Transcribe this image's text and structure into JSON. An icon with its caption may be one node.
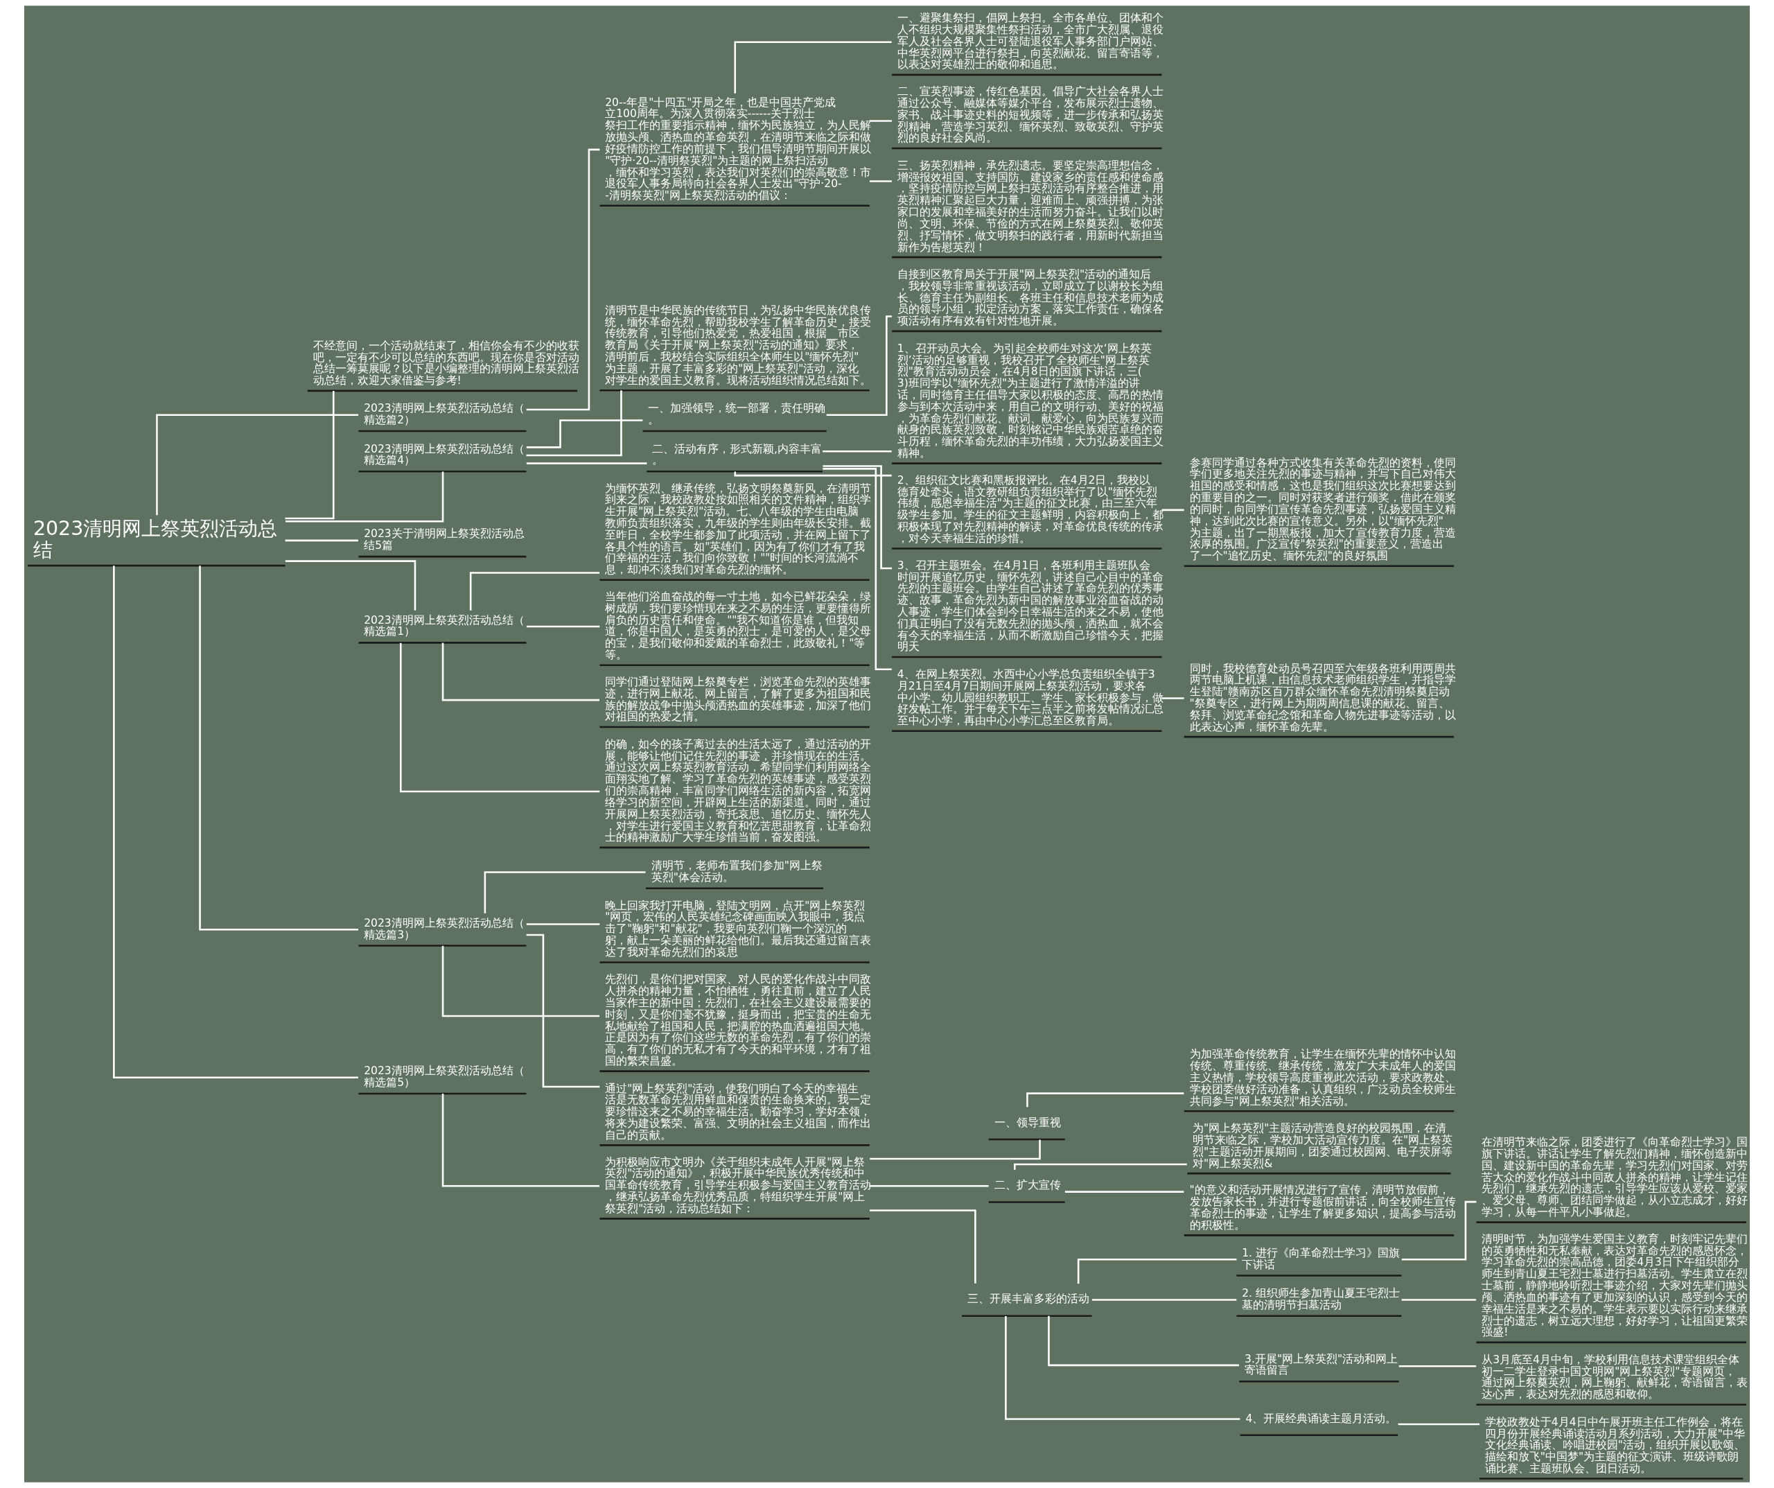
{
  "diagram": {
    "nodes": [
      {
        "text": [
          "2023清明网上祭英烈活动总结"
        ]
      },
      {
        "text": [
          "不经意间，一个活动就结束了，相信你会有不少的收获吧，一定有不少可以总结的东西吧。现在你是否对活动总结一筹莫展呢？以下是小编整理的清明网上祭英烈活动总结，欢迎大家借鉴与参考!"
        ]
      },
      {
        "text": [
          "2023清明网上祭英烈活动总结（精选篇2）"
        ]
      },
      {
        "text": [
          "20--年是\"十四五\"开局之年，也是中国共产党成立100周年。为深入贯彻落实------关于烈士祭扫工作的重要指示精神，缅怀为民族独立，为人民解放抛头颅、洒热血的革命英烈，在清明节来临之际和做好疫情防控工作的前提下，我们倡导清明节期间开展以\"守护·20--清明祭英烈\"为主题的网上祭扫活动，缅怀和学习英烈，表达我们对英烈们的崇高敬意！市退役军人事务局特向社会各界人士发出\"守护·20--清明祭英烈\"网上祭英烈活动的倡议："
        ]
      },
      {
        "text": [
          "一、避聚集祭扫，倡网上祭扫。全市各单位、团体和个人不组织大规模聚集性祭扫活动，全市广大烈属、退役军人及社会各界人士可登陆退役军人事务部门户网站、中华英烈网平台进行祭扫，向英烈献花、留言寄语等，以表达对英雄烈士的敬仰和追思。"
        ]
      },
      {
        "text": [
          "二、宣英烈事迹，传红色基因。倡导广大社会各界人士通过公众号、融媒体等媒介平台，发布展示烈士遗物、家书、战斗事迹史料的短视频等，进一步传承和弘扬英烈精神，营造学习英烈、缅怀英烈、致敬英烈、守护英烈的良好社会风尚。"
        ]
      },
      {
        "text": [
          "三、扬英烈精神，承先烈遗志。要坚定崇高理想信念，增强报效祖国、支持国防、建设家乡的责任感和使命感，坚持疫情防控与网上祭扫英烈活动有序整合推进，用英烈精神汇聚起巨大力量，迎难而上、顽强拼搏，为张家口的发展和幸福美好的生活而努力奋斗。让我们以时尚、文明、环保、节俭的方式在网上祭奠英烈、敬仰英烈、抒写情怀，做文明祭扫的践行者，用新时代新担当新作为告慰英烈！"
        ]
      },
      {
        "text": [
          "2023清明网上祭英烈活动总结（精选篇4）"
        ]
      },
      {
        "text": [
          "清明节是中华民族的传统节日，为弘扬中华民族优良传统，缅怀革命先烈，帮助我校学生了解革命历史，接受传统教育，引导他们热爱党，热爱祖国，根据__市区教育局《关于开展\"网上祭英烈\"活动的通知》要求，清明前后，我校结合实际组织全体师生以\"缅怀先烈\"为主题，开展了丰富多彩的\"网上祭英烈\"活动，深化对学生的爱国主义教育。现将活动组织情况总结如下。"
        ]
      },
      {
        "text": [
          "一、加强领导，统一部署，责任明确。"
        ]
      },
      {
        "text": [
          "自接到区教育局关于开展\"网上祭英烈\"活动的通知后，我校领导非常重视该活动，立即成立了以谢校长为组长、德育主任为副组长、各班主任和信息技术老师为成员的领导小组，拟定活动方案，落实工作责任，确保各项活动有序有效有针对性地开展。"
        ]
      },
      {
        "text": [
          "二、活动有序，形式新颖,内容丰富。"
        ]
      },
      {
        "text": [
          "1、召开动员大会。为引起全校师生对这次‘网上祭英烈’活动的足够重视，我校召开了全校师生\"网上祭英烈\"教育活动动员会，在4月8日的国旗下讲话，三(3)班同学以\"缅怀先烈\"为主题进行了激情洋溢的讲话，同时德育主任倡导大家以积极的态度、高昂的热情参与到本次活动中来，用自己的文明行动、美好的祝福，为革命先烈们献花、献词、献爱心，向为民族复兴而献身的民族英烈致敬，时刻铭记中华民族艰苦卓绝的奋斗历程，缅怀革命先烈的丰功伟绩，大力弘扬爱国主义精神。"
        ]
      },
      {
        "text": [
          "2、组织征文比赛和黑板报评比。在4月2日，我校以德育处牵头，语文教研组负责组织举行了以\"缅怀先烈伟绩，感恩幸福生活\"为主题的征文比赛，由三至六年级学生参加。学生的征文主题鲜明，内容积极向上，都积极体现了对先烈精神的解读，对革命优良传统的传承，对今天幸福生活的珍惜。"
        ]
      },
      {
        "text": [
          "参赛同学通过各种方式收集有关革命先烈的资料，使同学们更多地关注先烈的事迹与精神，并写下自己对伟大祖国的感受和情感，这也是我们组织这次比赛想要达到的重要目的之一。同时对获奖者进行颁奖，借此在颁奖的同时，向同学们宣传革命先烈事迹，弘扬爱国主义精神，达到此次比赛的宣传意义。另外，以\"缅怀先烈\"为主题，出了一期黑板报，加大了宣传教育力度，营造浓厚的氛围。广泛宣传\"祭英烈\"的重要意义，营造出了一个\"追忆历史、缅怀先烈\"的良好氛围"
        ]
      },
      {
        "text": [
          "3、召开主题班会。在4月1日，各班利用主题班队会时间开展追忆历史，缅怀先烈，讲述自己心目中的革命先烈的主题班会。由学生自己讲述了革命先烈的优秀事迹、故事，革命先烈为新中国的解放事业浴血奋战的动人事迹，学生们体会到今日幸福生活的来之不易，使他们真正明白了没有无数先烈的抛头颅，洒热血，就不会有今天的幸福生活，从而不断激励自己珍惜今天，把握明天"
        ]
      },
      {
        "text": [
          "4、在网上祭英烈。水西中心小学总负责组织全镇于3月21日至4月7日期间开展网上祭英烈活动，要求各中小学、幼儿园组织教职工、学生、家长积极参与，做好发帖工作。并于每天下午三点半之前将发帖情况汇总至中心小学，再由中心小学汇总至区教育局。"
        ]
      },
      {
        "text": [
          "同时，我校德育处动员号召四至六年级各班利用两周共两节电脑上机课，由信息技术老师组织学生，并指导学生登陆\"赣南苏区百万群众缅怀革命先烈清明祭奠启动\"祭奠专区，进行网上为期两周信息课的献花、留言、祭拜、浏览革命纪念馆和革命人物先进事迹等活动，以此表达心声，缅怀革命先辈。"
        ]
      },
      {
        "text": [
          "2023关于清明网上祭英烈活动总结5篇"
        ]
      },
      {
        "text": [
          "2023清明网上祭英烈活动总结（精选篇1）"
        ]
      },
      {
        "text": [
          "为缅怀英烈、继承传统，弘扬文明祭奠新风，在清明节到来之际，我校政教处按如照相关的文件精神，组织学生开展\"网上祭英烈\"活动。七、八年级的学生由电脑教师负责组织落实，九年级的学生则由年级长安排。截至昨日，全校学生都参加了此项活动，并在网上留下了各具个性的语言。如\"英雄们，因为有了你们才有了我们幸福的生活，我们向你致敬！\"\"时间的长河流淌不息，却冲不淡我们对革命先烈的缅怀。"
        ]
      },
      {
        "text": [
          "当年他们浴血奋战的每一寸土地，如今已鲜花朵朵，绿树成荫，我们要珍惜现在来之不易的生活，更要懂得所肩负的历史责任和使命。\"\"我不知道你是谁，但我知道，你是中国人，是英勇的烈士，是可爱的人，是父母的宝，是我们敬仰和爱戴的革命烈士，此致敬礼！\"等等。"
        ]
      },
      {
        "text": [
          "同学们通过登陆网上祭奠专栏，浏览革命先烈的英雄事迹，进行网上献花、网上留言，了解了更多为祖国和民族的解放战争中抛头颅洒热血的英雄事迹，加深了他们对祖国的热爱之情。"
        ]
      },
      {
        "text": [
          "的确，如今的孩子离过去的生活太远了，通过活动的开展，能够让他们记住先烈的事迹，并珍惜现在的生活。通过这次网上祭英烈教育活动，希望同学们利用网络全面翔实地了解、学习了革命先烈的英雄事迹，感受英烈们的崇高精神，丰富同学们网络生活的新内容，拓宽网络学习的新空间，开辟网上生活的新渠道。同时，通过开展网上祭英烈活动，寄托哀思、追忆历史、缅怀先人，对学生进行爱国主义教育和忆苦思甜教育，让革命烈士的精神激励广大学生珍惜当前，奋发图强。"
        ]
      },
      {
        "text": [
          "2023清明网上祭英烈活动总结（精选篇3）"
        ]
      },
      {
        "text": [
          "清明节，老师布置我们参加\"网上祭英烈\"体会活动。"
        ]
      },
      {
        "text": [
          "晚上回家我打开电脑，登陆文明网，点开\"网上祭英烈\"网页，宏伟的人民英雄纪念碑画面映入我眼中，我点击了\"鞠躬\"和\"献花\"，我要向英烈们鞠一个深沉的躬，献上一朵美丽的鲜花给他们。最后我还通过留言表达了我对革命先烈们的哀思"
        ]
      },
      {
        "text": [
          "先烈们，是你们把对国家、对人民的爱化作战斗中同敌人拼杀的精神力量，不怕牺牲，勇往直前，建立了人民当家作主的新中国；先烈们，在社会主义建设最需要的时刻，又是你们毫不犹豫，挺身而出，把宝贵的生命无私地献给了祖国和人民，把满腔的热血洒遍祖国大地。正是因为有了你们这些无数的革命先烈，有了你们的崇高，有了你们的无私才有了今天的和平环境，才有了祖国的繁荣昌盛。"
        ]
      },
      {
        "text": [
          "通过\"网上祭英烈\"活动，使我们明白了今天的幸福生活是无数革命先烈用鲜血和保贵的生命换来的。我一定要珍惜这来之不易的幸福生活。勤奋学习，学好本领，将来为建设繁荣、富强、文明的社会主义祖国，而作出自己的贡献。"
        ]
      },
      {
        "text": [
          "2023清明网上祭英烈活动总结（精选篇5）"
        ]
      },
      {
        "text": [
          "为积极响应市文明办《关于组织未成年人开展\"网上祭英烈\"活动的通知》，积极开展中华民族优秀传统和中国革命传统教育，引导学生积极参与爱国主义教育活动，继承弘扬革命先烈优秀品质，特组织学生开展\"网上祭英烈\"活动，活动总结如下："
        ]
      },
      {
        "text": [
          "一、领导重视"
        ]
      },
      {
        "text": [
          "为加强革命传统教育，让学生在缅怀先辈的情怀中认知传统、尊重传统、继承传统，激发广大未成年人的爱国主义热情，学校领导高度重视此次活动，要求政教处、学校团委做好活动准备，认真组织，广泛动员全校师生共同参与\"网上祭英烈\"相关活动。"
        ]
      },
      {
        "text": [
          "二、扩大宣传"
        ]
      },
      {
        "text": [
          "为\"网上祭英烈\"主题活动营造良好的校园氛围，在清明节来临之际，学校加大活动宣传力度。在\"网上祭英烈\"主题活动开展期间，团委通过校园网、电子荧屏等对\"网上祭英烈&"
        ]
      },
      {
        "text": [
          "\"的意义和活动开展情况进行了宣传，清明节放假前，发放告家长书，并进行专题假前讲话，向全校师生宣传革命烈士的事迹，让学生了解更多知识，提高参与活动的积极性。"
        ]
      },
      {
        "text": [
          "三、开展丰富多彩的活动"
        ]
      },
      {
        "text": [
          "1. 进行《向革命烈士学习》国旗下讲话"
        ]
      },
      {
        "text": [
          "在清明节来临之际，团委进行了《向革命烈士学习》国旗下讲话。讲话让学生了解先烈们精神，缅怀创造新中国、建设新中国的革命先辈，学习先烈们对国家、对劳苦大众的爱化作战斗中同敌人拼杀的精神，让学生记住先烈们，继承先烈的遗志，引导学生应该从爱校、爱家、爱父母、尊师、团结同学做起，从小立志成才，好好学习，从每一件平凡小事做起。"
        ]
      },
      {
        "text": [
          "2. 组织师生参加青山夏王宅烈士墓的清明节扫墓活动"
        ]
      },
      {
        "text": [
          "清明时节，为加强学生爱国主义教育，时刻牢记先辈们的英勇牺牲和无私奉献，表达对革命先烈的感恩怀念，学习革命先烈的崇高品德，团委4月3日下午组织部分师生到青山夏王宅烈士墓进行扫墓活动。学生肃立在烈士墓前，静静地聆听烈士事迹介绍，大家对先辈们抛头颅、洒热血的事迹有了更加深刻的认识，感受到今天的幸福生活是来之不易的。学生表示要以实际行动来继承烈士的遗志，树立远大理想，好好学习，让祖国更繁荣强盛!"
        ]
      },
      {
        "text": [
          "3.开展\"网上祭英烈\"活动和网上寄语留言"
        ]
      },
      {
        "text": [
          "从3月底至4月中旬，学校利用信息技术课堂组织全体初一二学生登录中国文明网\"网上祭英烈\"专题网页，通过网上祭奠英烈，网上鞠躬、献鲜花，寄语留言，表达心声，表达对先烈的感恩和敬仰。"
        ]
      },
      {
        "text": [
          "4、开展经典诵读主题月活动。"
        ]
      },
      {
        "text": [
          "学校政教处于4月4日中午展开班主任工作例会，将在四月份开展经典诵读活动月系列活动，大力开展\"中华文化经典诵读、吟唱进校园\"活动，组织开展以歌颂、描绘和放飞\"中国梦\"为主题的征文演讲、班级诗歌朗诵比赛、主题班队会、团日活动。"
        ]
      }
    ],
    "edges": [
      {
        "from": 0,
        "to": 1,
        "arrow": "none"
      },
      {
        "from": 0,
        "to": 2,
        "arrow": "none"
      },
      {
        "from": 2,
        "to": 3,
        "arrow": "none"
      },
      {
        "from": 3,
        "to": 4,
        "arrow": "none"
      },
      {
        "from": 3,
        "to": 5,
        "arrow": "none"
      },
      {
        "from": 3,
        "to": 6,
        "arrow": "none"
      },
      {
        "from": 0,
        "to": 7,
        "arrow": "none"
      },
      {
        "from": 7,
        "to": 8,
        "arrow": "none"
      },
      {
        "from": 7,
        "to": 9,
        "arrow": "none"
      },
      {
        "from": 9,
        "to": 10,
        "arrow": "none"
      },
      {
        "from": 7,
        "to": 11,
        "arrow": "none"
      },
      {
        "from": 11,
        "to": 12,
        "arrow": "none"
      },
      {
        "from": 11,
        "to": 13,
        "arrow": "none"
      },
      {
        "from": 13,
        "to": 14,
        "arrow": "none"
      },
      {
        "from": 11,
        "to": 15,
        "arrow": "none"
      },
      {
        "from": 11,
        "to": 16,
        "arrow": "none"
      },
      {
        "from": 16,
        "to": 17,
        "arrow": "none"
      },
      {
        "from": 0,
        "to": 18,
        "arrow": "none"
      },
      {
        "from": 0,
        "to": 19,
        "arrow": "none"
      },
      {
        "from": 19,
        "to": 20,
        "arrow": "none"
      },
      {
        "from": 19,
        "to": 21,
        "arrow": "none"
      },
      {
        "from": 19,
        "to": 22,
        "arrow": "none"
      },
      {
        "from": 19,
        "to": 23,
        "arrow": "none"
      },
      {
        "from": 0,
        "to": 24,
        "arrow": "none"
      },
      {
        "from": 24,
        "to": 25,
        "arrow": "none"
      },
      {
        "from": 24,
        "to": 26,
        "arrow": "none"
      },
      {
        "from": 24,
        "to": 27,
        "arrow": "none"
      },
      {
        "from": 24,
        "to": 28,
        "arrow": "none"
      },
      {
        "from": 0,
        "to": 29,
        "arrow": "none"
      },
      {
        "from": 29,
        "to": 30,
        "arrow": "none"
      },
      {
        "from": 30,
        "to": 31,
        "arrow": "none"
      },
      {
        "from": 31,
        "to": 32,
        "arrow": "none"
      },
      {
        "from": 30,
        "to": 33,
        "arrow": "none"
      },
      {
        "from": 33,
        "to": 34,
        "arrow": "none"
      },
      {
        "from": 33,
        "to": 35,
        "arrow": "none"
      },
      {
        "from": 30,
        "to": 36,
        "arrow": "none"
      },
      {
        "from": 36,
        "to": 37,
        "arrow": "none"
      },
      {
        "from": 37,
        "to": 38,
        "arrow": "none"
      },
      {
        "from": 36,
        "to": 39,
        "arrow": "none"
      },
      {
        "from": 39,
        "to": 40,
        "arrow": "none"
      },
      {
        "from": 36,
        "to": 41,
        "arrow": "none"
      },
      {
        "from": 41,
        "to": 42,
        "arrow": "none"
      },
      {
        "from": 36,
        "to": 43,
        "arrow": "none"
      },
      {
        "from": 43,
        "to": 44,
        "arrow": "none"
      }
    ]
  }
}
